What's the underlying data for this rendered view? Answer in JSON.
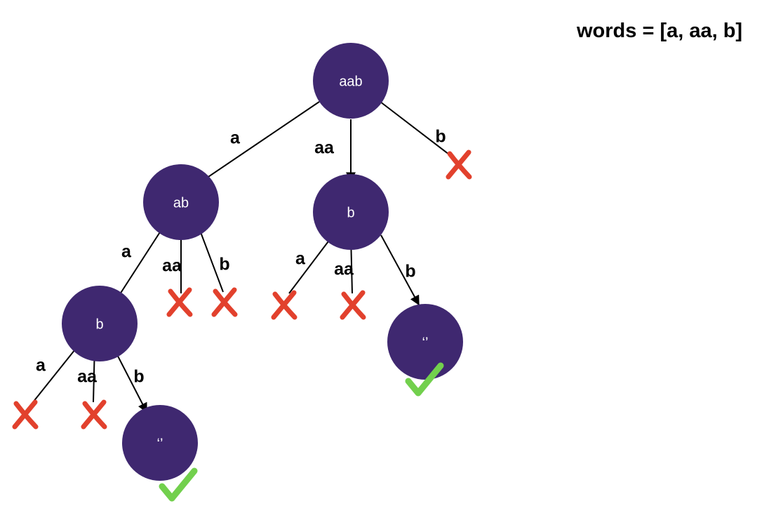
{
  "title": "words = [a, aa, b]",
  "colors": {
    "node": "#3f2870",
    "edge": "#000000",
    "cross": "#e2412d",
    "check": "#72d04d",
    "node_text": "#ffffff"
  },
  "nodes": [
    {
      "id": "root",
      "label": "aab"
    },
    {
      "id": "ab",
      "label": "ab"
    },
    {
      "id": "b1",
      "label": "b"
    },
    {
      "id": "b2",
      "label": "b"
    },
    {
      "id": "e1",
      "label": "‘’"
    },
    {
      "id": "e2",
      "label": "‘’"
    }
  ],
  "edges": [
    {
      "id": "root-ab",
      "label": "a",
      "result": "node"
    },
    {
      "id": "root-b1",
      "label": "aa",
      "result": "node"
    },
    {
      "id": "root-x",
      "label": "b",
      "result": "fail"
    },
    {
      "id": "ab-b2",
      "label": "a",
      "result": "node"
    },
    {
      "id": "ab-x1",
      "label": "aa",
      "result": "fail"
    },
    {
      "id": "ab-x2",
      "label": "b",
      "result": "fail"
    },
    {
      "id": "b1-x1",
      "label": "a",
      "result": "fail"
    },
    {
      "id": "b1-x2",
      "label": "aa",
      "result": "fail"
    },
    {
      "id": "b1-e2",
      "label": "b",
      "result": "node"
    },
    {
      "id": "b2-x1",
      "label": "a",
      "result": "fail"
    },
    {
      "id": "b2-x2",
      "label": "aa",
      "result": "fail"
    },
    {
      "id": "b2-e1",
      "label": "b",
      "result": "node"
    }
  ],
  "success_nodes": [
    "e1",
    "e2"
  ]
}
